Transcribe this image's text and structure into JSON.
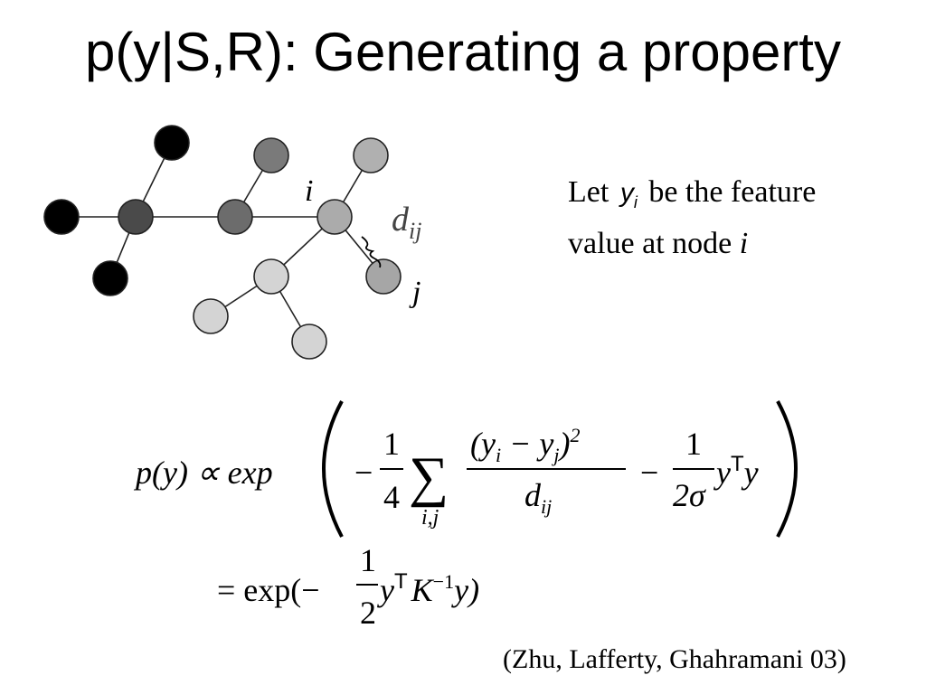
{
  "slide": {
    "title": "p(y|S,R): Generating a property",
    "note": {
      "prefix": "Let",
      "var": "y",
      "var_sub": "i",
      "middle": "be the feature",
      "line2": "value at node",
      "node": "i"
    },
    "graph": {
      "label_i": "i",
      "label_j": "j",
      "label_d": "d",
      "label_d_sub": "ij"
    },
    "equation": {
      "lhs": "p(y) ∝ exp",
      "minus": "−",
      "one": "1",
      "four": "4",
      "sum": "∑",
      "sum_sub": "i,j",
      "num": "(y",
      "num_i": "i",
      "num_minus": " − y",
      "num_j": "j",
      "num_close": ")",
      "num_sq": "2",
      "den": "d",
      "den_sub": "ij",
      "minus2": "−",
      "two_sigma": "2σ",
      "yty": "y",
      "transpose": "T",
      "y_end": "y",
      "line2_eq": "= exp(−",
      "half_num": "1",
      "half_den": "2",
      "line2_y": "y",
      "line2_T": "T",
      "line2_K": "K",
      "line2_inv": "−1",
      "line2_end": "y)"
    },
    "citation": "(Zhu, Lafferty, Ghahramani 03)"
  }
}
